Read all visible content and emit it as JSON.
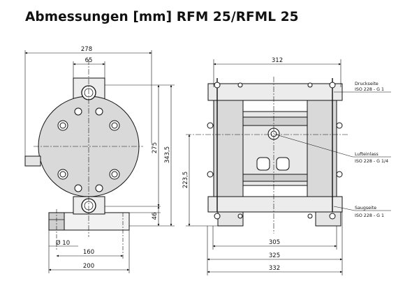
{
  "page": {
    "title": "Abmessungen [mm] RFM 25/RFML 25"
  },
  "front_view": {
    "dimensions": {
      "overall_width": "278",
      "top_width": "65",
      "bolt_spacing": "275",
      "overall_height": "343,5",
      "base_height": "46",
      "hole_diameter": "Ø 10",
      "hole_spacing": "160",
      "base_width": "200"
    }
  },
  "side_view": {
    "dimensions": {
      "top_width": "312",
      "axis_height": "223,5",
      "inner_width": "305",
      "foot_spacing": "325",
      "overall_width": "332"
    },
    "labels": {
      "discharge_title": "Druckseite",
      "discharge_spec": "ISO 228 - G 1",
      "air_inlet_title": "Lufteinlass",
      "air_inlet_spec": "ISO 228 - G 1/4",
      "suction_title": "Saugseite",
      "suction_spec": "ISO 228 - G 1"
    }
  }
}
